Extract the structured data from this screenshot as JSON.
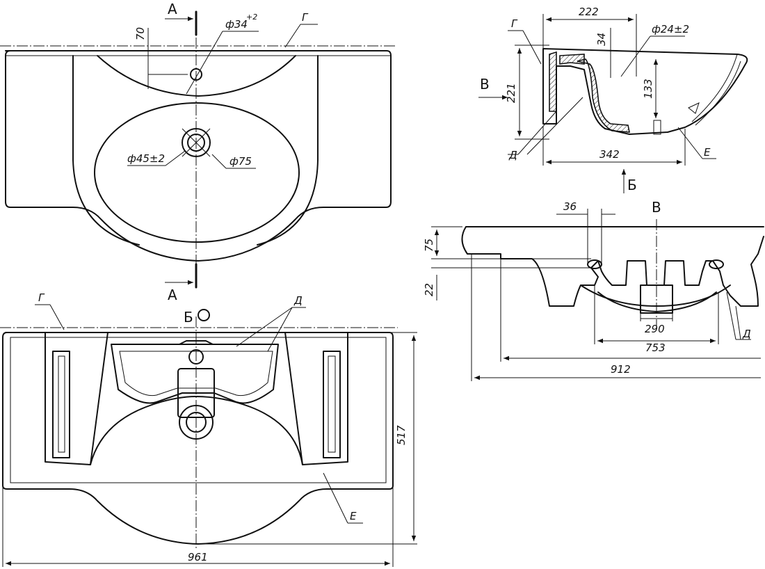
{
  "labels": {
    "section_a_top": "А",
    "section_a_bottom": "А",
    "marker_b": "Б",
    "marker_b_view": "Б",
    "marker_v": "В",
    "marker_v_title": "В",
    "g_top": "Г",
    "g_bottom": "Г",
    "g_side": "Г",
    "d_bottom": "Д",
    "d_side": "Д",
    "d_right": "Д",
    "e_bottom": "Е",
    "e_side": "Е"
  },
  "dimensions": {
    "d70": "70",
    "d34": "ф34",
    "d34_tol": "+2",
    "d45": "ф45±2",
    "d75": "ф75",
    "d222": "222",
    "d34b": "34",
    "d24": "ф24±2",
    "d221": "221",
    "d133": "133",
    "d342": "342",
    "d36": "36",
    "d75b": "75",
    "d22": "22",
    "d290": "290",
    "d753": "753",
    "d912": "912",
    "d517": "517",
    "d961": "961"
  }
}
